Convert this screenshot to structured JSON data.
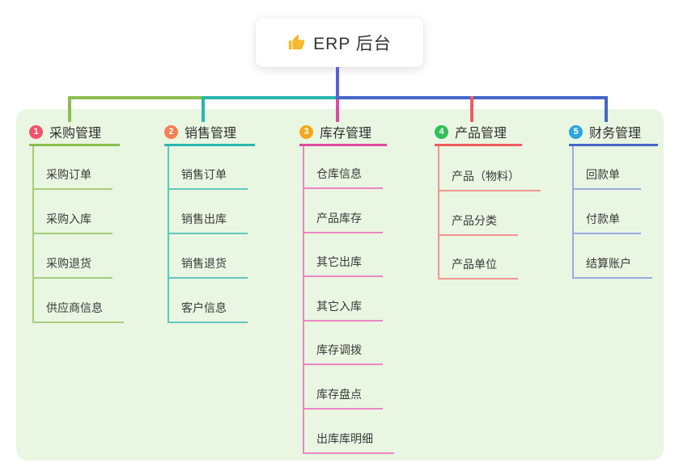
{
  "root": {
    "label": "ERP 后台",
    "icon": "thumbs-up-icon",
    "icon_color": "#F5B82E"
  },
  "canvas": {
    "background": "#ffffff",
    "panel_background": "#E9F6E2",
    "stem_color": "#5B5FD6",
    "header_text_color": "#2f2f2f",
    "child_text_color": "#3a3a3a"
  },
  "branches": [
    {
      "badge": "1",
      "badge_color": "#F4516C",
      "label": "采购管理",
      "line_color": "#8CBE4F",
      "child_line_color": "#A6CD78",
      "children": [
        "采购订单",
        "采购入库",
        "采购退货",
        "供应商信息"
      ]
    },
    {
      "badge": "2",
      "badge_color": "#FA7D50",
      "label": "销售管理",
      "line_color": "#29B6AE",
      "child_line_color": "#63C7BF",
      "children": [
        "销售订单",
        "销售出库",
        "销售退货",
        "客户信息"
      ]
    },
    {
      "badge": "3",
      "badge_color": "#F5A81C",
      "label": "库存管理",
      "line_color": "#DD4BA0",
      "child_line_color": "#EE85C4",
      "children": [
        "仓库信息",
        "产品库存",
        "其它出库",
        "其它入库",
        "库存调拨",
        "库存盘点",
        "出库库明细"
      ]
    },
    {
      "badge": "4",
      "badge_color": "#30BE5B",
      "label": "产品管理",
      "line_color": "#F25B5E",
      "child_line_color": "#F49490",
      "children": [
        "产品（物料）",
        "产品分类",
        "产品单位"
      ]
    },
    {
      "badge": "5",
      "badge_color": "#2BA6DE",
      "label": "财务管理",
      "line_color": "#4565C8",
      "child_line_color": "#96ABDF",
      "children": [
        "回款单",
        "付款单",
        "结算账户"
      ]
    }
  ]
}
